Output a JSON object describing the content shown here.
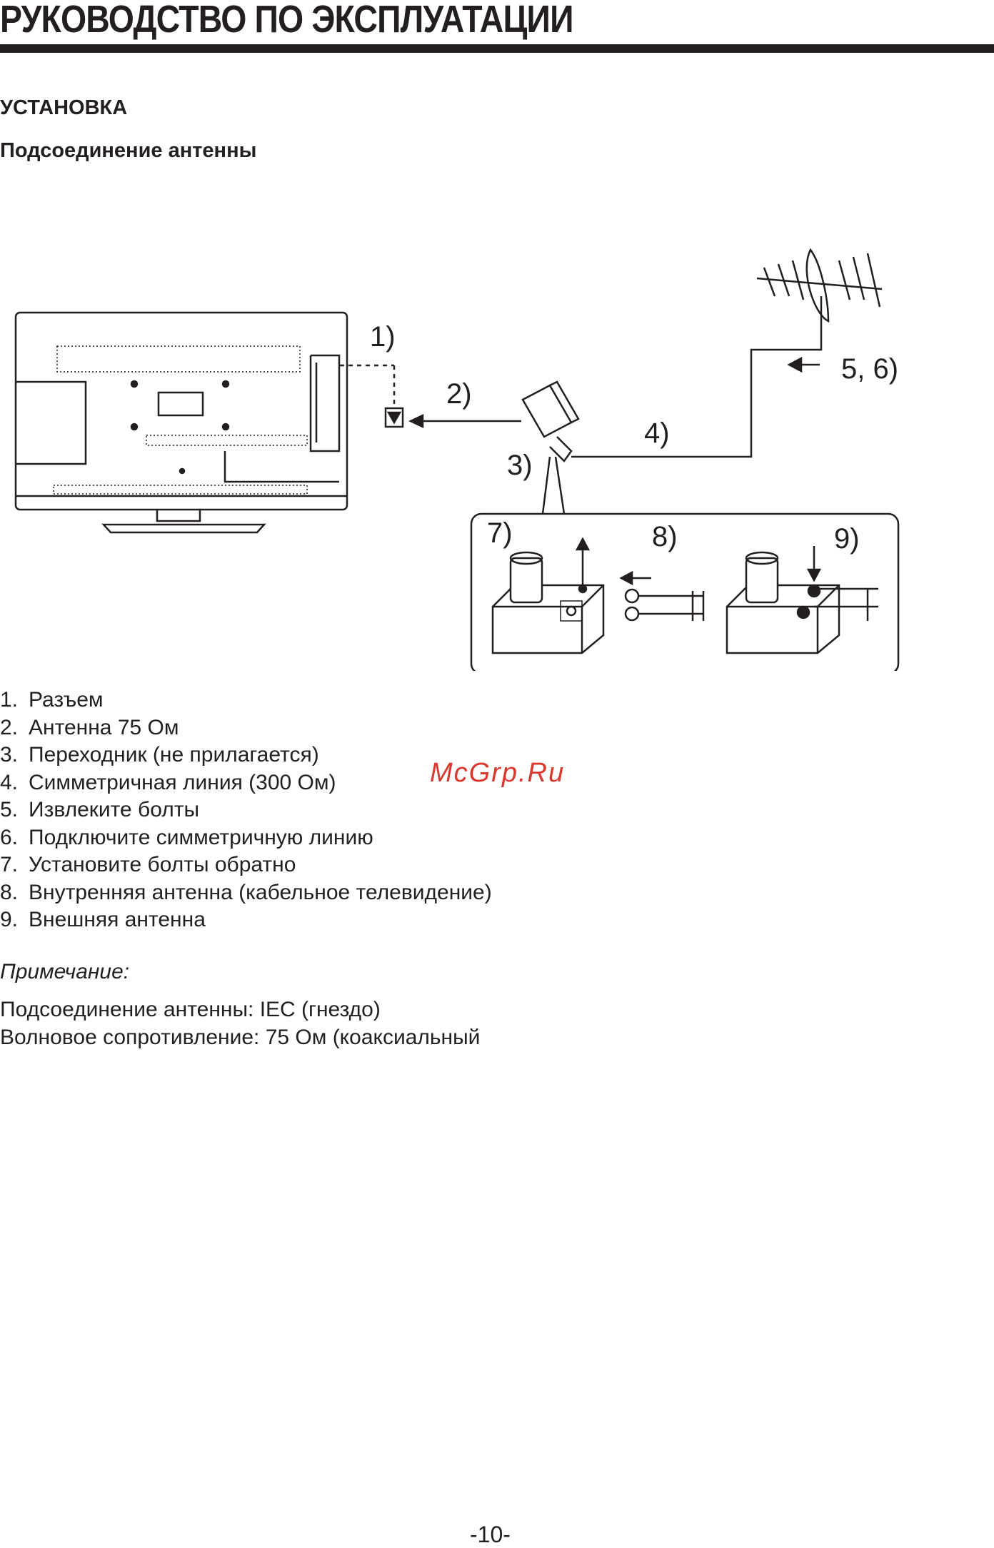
{
  "header": {
    "title": "РУКОВОДСТВО ПО ЭКСПЛУАТАЦИИ"
  },
  "section": {
    "title": "УСТАНОВКА",
    "subtitle": "Подсоединение антенны"
  },
  "figure": {
    "callouts": {
      "c1": "1)",
      "c2": "2)",
      "c3": "3)",
      "c4": "4)",
      "c56": "5, 6)",
      "c7": "7)",
      "c8": "8)",
      "c9": "9)"
    }
  },
  "legend": {
    "items": [
      {
        "num": "1.",
        "text": "Разъем"
      },
      {
        "num": "2.",
        "text": "Антенна 75 Ом"
      },
      {
        "num": "3.",
        "text": "Переходник (не прилагается)"
      },
      {
        "num": "4.",
        "text": "Симметричная линия (300 Ом)"
      },
      {
        "num": "5.",
        "text": "Извлеките болты"
      },
      {
        "num": "6.",
        "text": "Подключите симметричную линию"
      },
      {
        "num": "7.",
        "text": "Установите болты обратно"
      },
      {
        "num": "8.",
        "text": "Внутренняя антенна (кабельное телевидение)"
      },
      {
        "num": "9.",
        "text": "Внешняя антенна"
      }
    ]
  },
  "watermark": "McGrp.Ru",
  "note": {
    "label": "Примечание:",
    "line1": "Подсоединение антенны: IEC (гнездо)",
    "line2": "Волновое сопротивление: 75 Ом (коаксиальный"
  },
  "page": {
    "number": "-10-"
  },
  "colors": {
    "text": "#231f20",
    "watermark": "#d9382d"
  }
}
